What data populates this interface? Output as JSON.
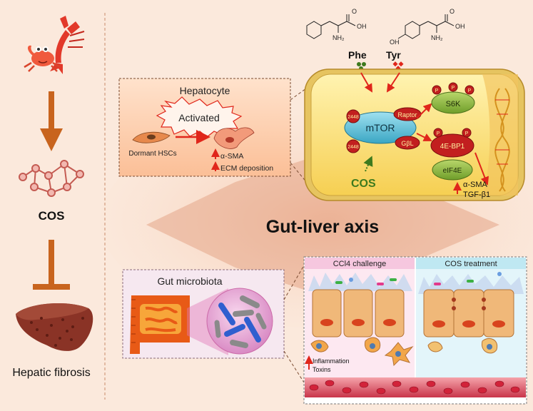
{
  "left_panel": {
    "cos_label": "COS",
    "fibrosis_label": "Hepatic fibrosis"
  },
  "hepatocyte_box": {
    "title": "Hepatocyte",
    "activated": "Activated",
    "dormant": "Dormant HSCs",
    "asma": "α-SMA",
    "ecm": "ECM deposition"
  },
  "cell": {
    "phe": "Phe",
    "tyr": "Tyr",
    "mtor": "mTOR",
    "raptor": "Raptor",
    "gbl": "GβL",
    "s6k": "S6K",
    "ebp1": "4E-BP1",
    "eif4e": "eIF4E",
    "cos": "COS",
    "asma": "α-SMA",
    "tgfb": "TGF-β1",
    "site": "2448",
    "p": "P"
  },
  "center": {
    "axis": "Gut-liver axis"
  },
  "gut": {
    "title": "Gut microbiota"
  },
  "intestine": {
    "ccl4": "CCl4 challenge",
    "treatment": "COS treatment",
    "inflammation": "Inflammation",
    "toxins": "Toxins"
  },
  "colors": {
    "background": "#fbe9dc",
    "arrow_red": "#e0261b",
    "cell_fill": "#fbe07a",
    "cell_border": "#c99a2e",
    "cos_green": "#3d7a1e",
    "fibrosis_arrow": "#c8641e"
  }
}
